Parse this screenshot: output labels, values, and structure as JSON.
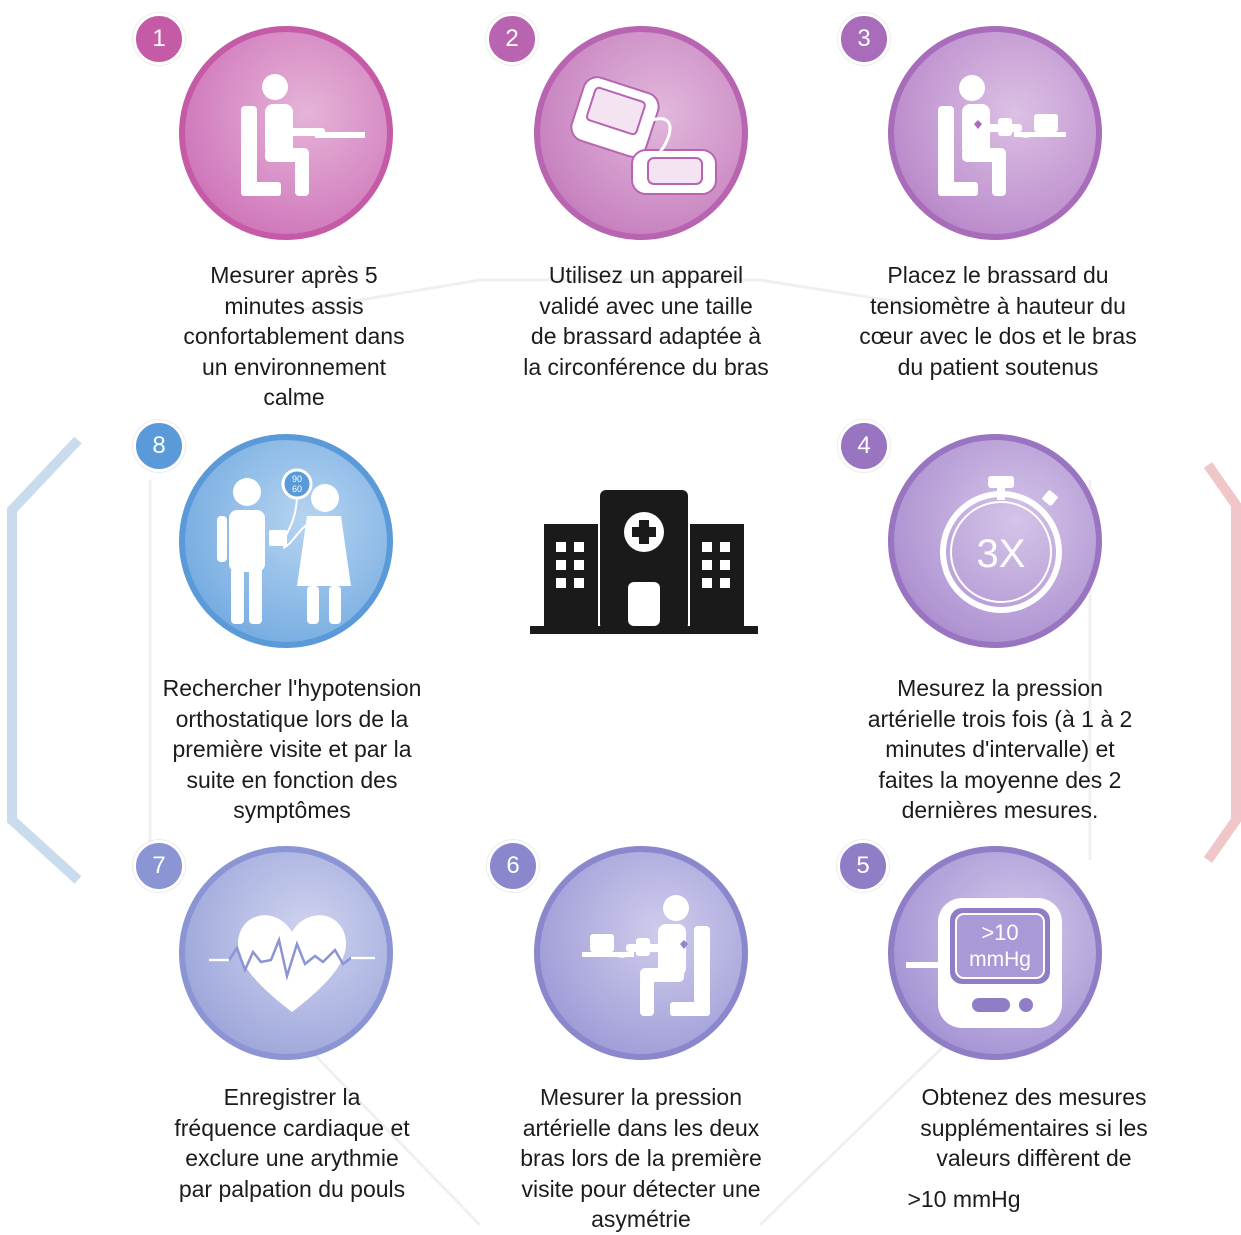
{
  "colors": {
    "step1": "#c55aa6",
    "step2": "#b864b0",
    "step3": "#a86cbb",
    "step4": "#9974c0",
    "step5": "#8f7dc6",
    "step6": "#8a87cc",
    "step7": "#8b95d3",
    "step8": "#5a9ad9",
    "frame_left": "#c9dcee",
    "frame_right": "#f1c6c8",
    "text": "#1c1c1c"
  },
  "steps": [
    {
      "number": "1",
      "icon": "seated-patient-at-table-icon",
      "text": [
        "Mesurer après 5",
        "minutes assis",
        "confortablement dans",
        "un environnement",
        "calme"
      ]
    },
    {
      "number": "2",
      "icon": "blood-pressure-monitor-with-cuff-icon",
      "text": [
        "Utilisez un appareil",
        "validé avec une taille",
        "de brassard adaptée à",
        "la circonférence du bras"
      ]
    },
    {
      "number": "3",
      "icon": "seated-patient-with-cuff-icon",
      "text": [
        "Placez le brassard du",
        "tensiomètre à hauteur du",
        "cœur avec le dos et le bras",
        "du patient soutenus"
      ]
    },
    {
      "number": "4",
      "icon": "stopwatch-3x-icon",
      "icon_label": "3X",
      "text": [
        "Mesurez la pression",
        "artérielle trois fois (à 1 à 2",
        "minutes d'intervalle) et",
        "faites la moyenne des 2",
        "dernières mesures."
      ]
    },
    {
      "number": "5",
      "icon": "monitor-display-icon",
      "icon_label_1": ">10",
      "icon_label_2": "mmHg",
      "text": [
        "Obtenez des mesures",
        "supplémentaires si les",
        "valeurs diffèrent de",
        ">10 mmHg"
      ]
    },
    {
      "number": "6",
      "icon": "both-arms-measurement-icon",
      "text": [
        "Mesurer la pression",
        "artérielle dans les deux",
        "bras lors de la première",
        "visite pour détecter une",
        "asymétrie"
      ]
    },
    {
      "number": "7",
      "icon": "heart-pulse-icon",
      "text": [
        "Enregistrer la",
        "fréquence cardiaque et",
        "exclure une arythmie",
        "par palpation du pouls"
      ]
    },
    {
      "number": "8",
      "icon": "doctor-patient-orthostatic-icon",
      "gauge_top": "90",
      "gauge_bottom": "60",
      "text": [
        "Rechercher l'hypotension",
        "orthostatique lors de la",
        "première visite et par la",
        "suite en fonction des",
        "symptômes"
      ]
    }
  ],
  "center_icon": "hospital-building-icon"
}
